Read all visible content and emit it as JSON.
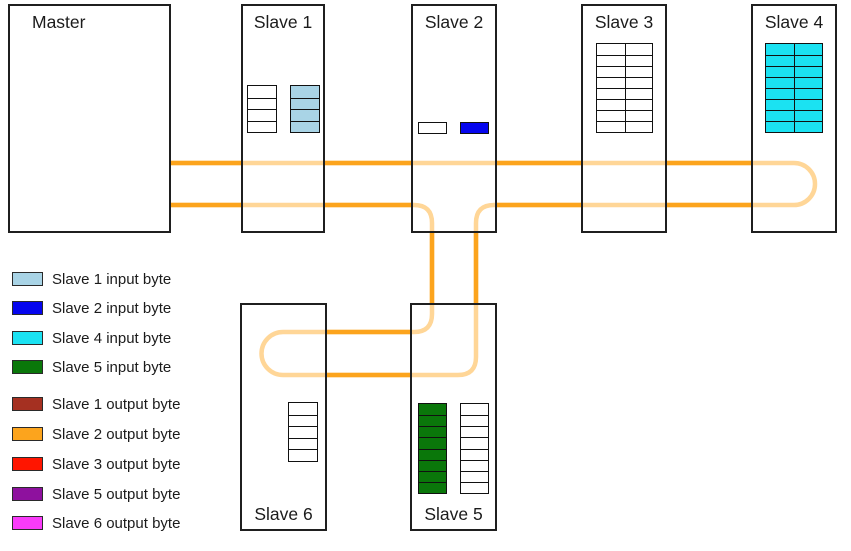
{
  "colors": {
    "cable_forward": "#FCA41D",
    "cable_loop": "#FFD697",
    "box_border": "#1f1f1f",
    "lightblue": "#A9D4E6",
    "blue": "#0505EE",
    "cyan": "#1BE2F2",
    "green": "#0A770A",
    "brown": "#A53021",
    "orange": "#FCA41D",
    "red": "#FF1500",
    "purple": "#8E119E",
    "magenta": "#F93BF9",
    "white": "#FFFFFF"
  },
  "nodes": {
    "master": {
      "label": "Master"
    },
    "slave1": {
      "label": "Slave 1",
      "grid_out": {
        "rows": 4,
        "cols": 1,
        "fill": "#FFFFFF"
      },
      "grid_in": {
        "rows": 4,
        "cols": 1,
        "fill": "#A9D4E6"
      }
    },
    "slave2": {
      "label": "Slave 2",
      "grid_out": {
        "rows": 1,
        "cols": 1,
        "fill": "#FFFFFF"
      },
      "grid_in": {
        "rows": 1,
        "cols": 1,
        "fill": "#0505EE"
      }
    },
    "slave3": {
      "label": "Slave 3",
      "grid": {
        "rows": 8,
        "cols": 2,
        "fill": "#FFFFFF"
      }
    },
    "slave4": {
      "label": "Slave 4",
      "grid": {
        "rows": 8,
        "cols": 2,
        "fill": "#1BE2F2"
      }
    },
    "slave5": {
      "label": "Slave 5",
      "grid_in": {
        "rows": 8,
        "cols": 1,
        "fill": "#0A770A"
      },
      "grid_out": {
        "rows": 8,
        "cols": 1,
        "fill": "#FFFFFF"
      }
    },
    "slave6": {
      "label": "Slave 6",
      "grid": {
        "rows": 5,
        "cols": 1,
        "fill": "#FFFFFF"
      }
    }
  },
  "legend": {
    "input_items": [
      {
        "label": "Slave 1 input byte",
        "color": "#A9D4E6"
      },
      {
        "label": "Slave 2 input byte",
        "color": "#0505EE"
      },
      {
        "label": "Slave 4 input byte",
        "color": "#1BE2F2"
      },
      {
        "label": "Slave 5 input byte",
        "color": "#0A770A"
      }
    ],
    "output_items": [
      {
        "label": "Slave 1 output byte",
        "color": "#A53021"
      },
      {
        "label": "Slave 2 output byte",
        "color": "#FCA41D"
      },
      {
        "label": "Slave 3 output byte",
        "color": "#FF1500"
      },
      {
        "label": "Slave 5 output byte",
        "color": "#8E119E"
      },
      {
        "label": "Slave 6 output byte",
        "color": "#F93BF9"
      }
    ]
  }
}
